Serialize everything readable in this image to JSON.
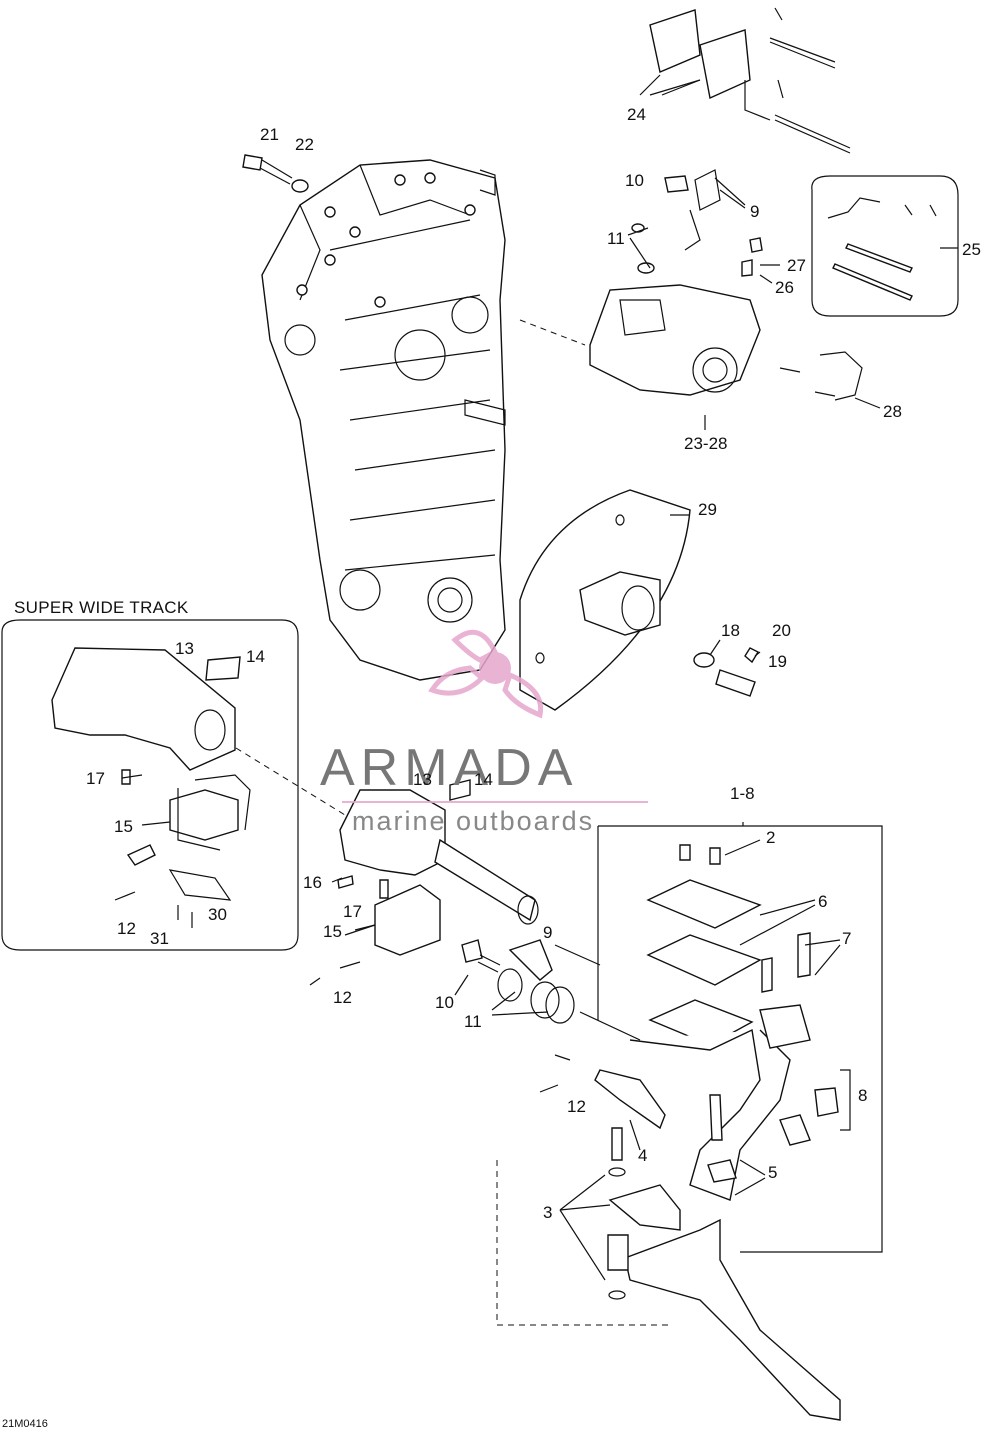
{
  "diagram": {
    "section_title": "SUPER WIDE TRACK",
    "drawing_code": "21M0416",
    "labels": {
      "l21": "21",
      "l22": "22",
      "l24": "24",
      "l10a": "10",
      "l9a": "9",
      "l11a": "11",
      "l27": "27",
      "l26": "26",
      "l25": "25",
      "l28": "28",
      "l23_28": "23-28",
      "l29": "29",
      "l13a": "13",
      "l14a": "14",
      "l17a": "17",
      "l15a": "15",
      "l12a": "12",
      "l31": "31",
      "l30": "30",
      "l18": "18",
      "l20": "20",
      "l19": "19",
      "l13b": "13",
      "l14b": "14",
      "l1_8": "1-8",
      "l2": "2",
      "l6": "6",
      "l7": "7",
      "l16": "16",
      "l17b": "17",
      "l15b": "15",
      "l9b": "9",
      "l12b": "12",
      "l10b": "10",
      "l11b": "11",
      "l8": "8",
      "l12c": "12",
      "l4": "4",
      "l5": "5",
      "l3": "3"
    }
  },
  "watermark": {
    "brand": "ARMADA",
    "tagline": "marine outboards",
    "color": "#e6a6cd"
  }
}
